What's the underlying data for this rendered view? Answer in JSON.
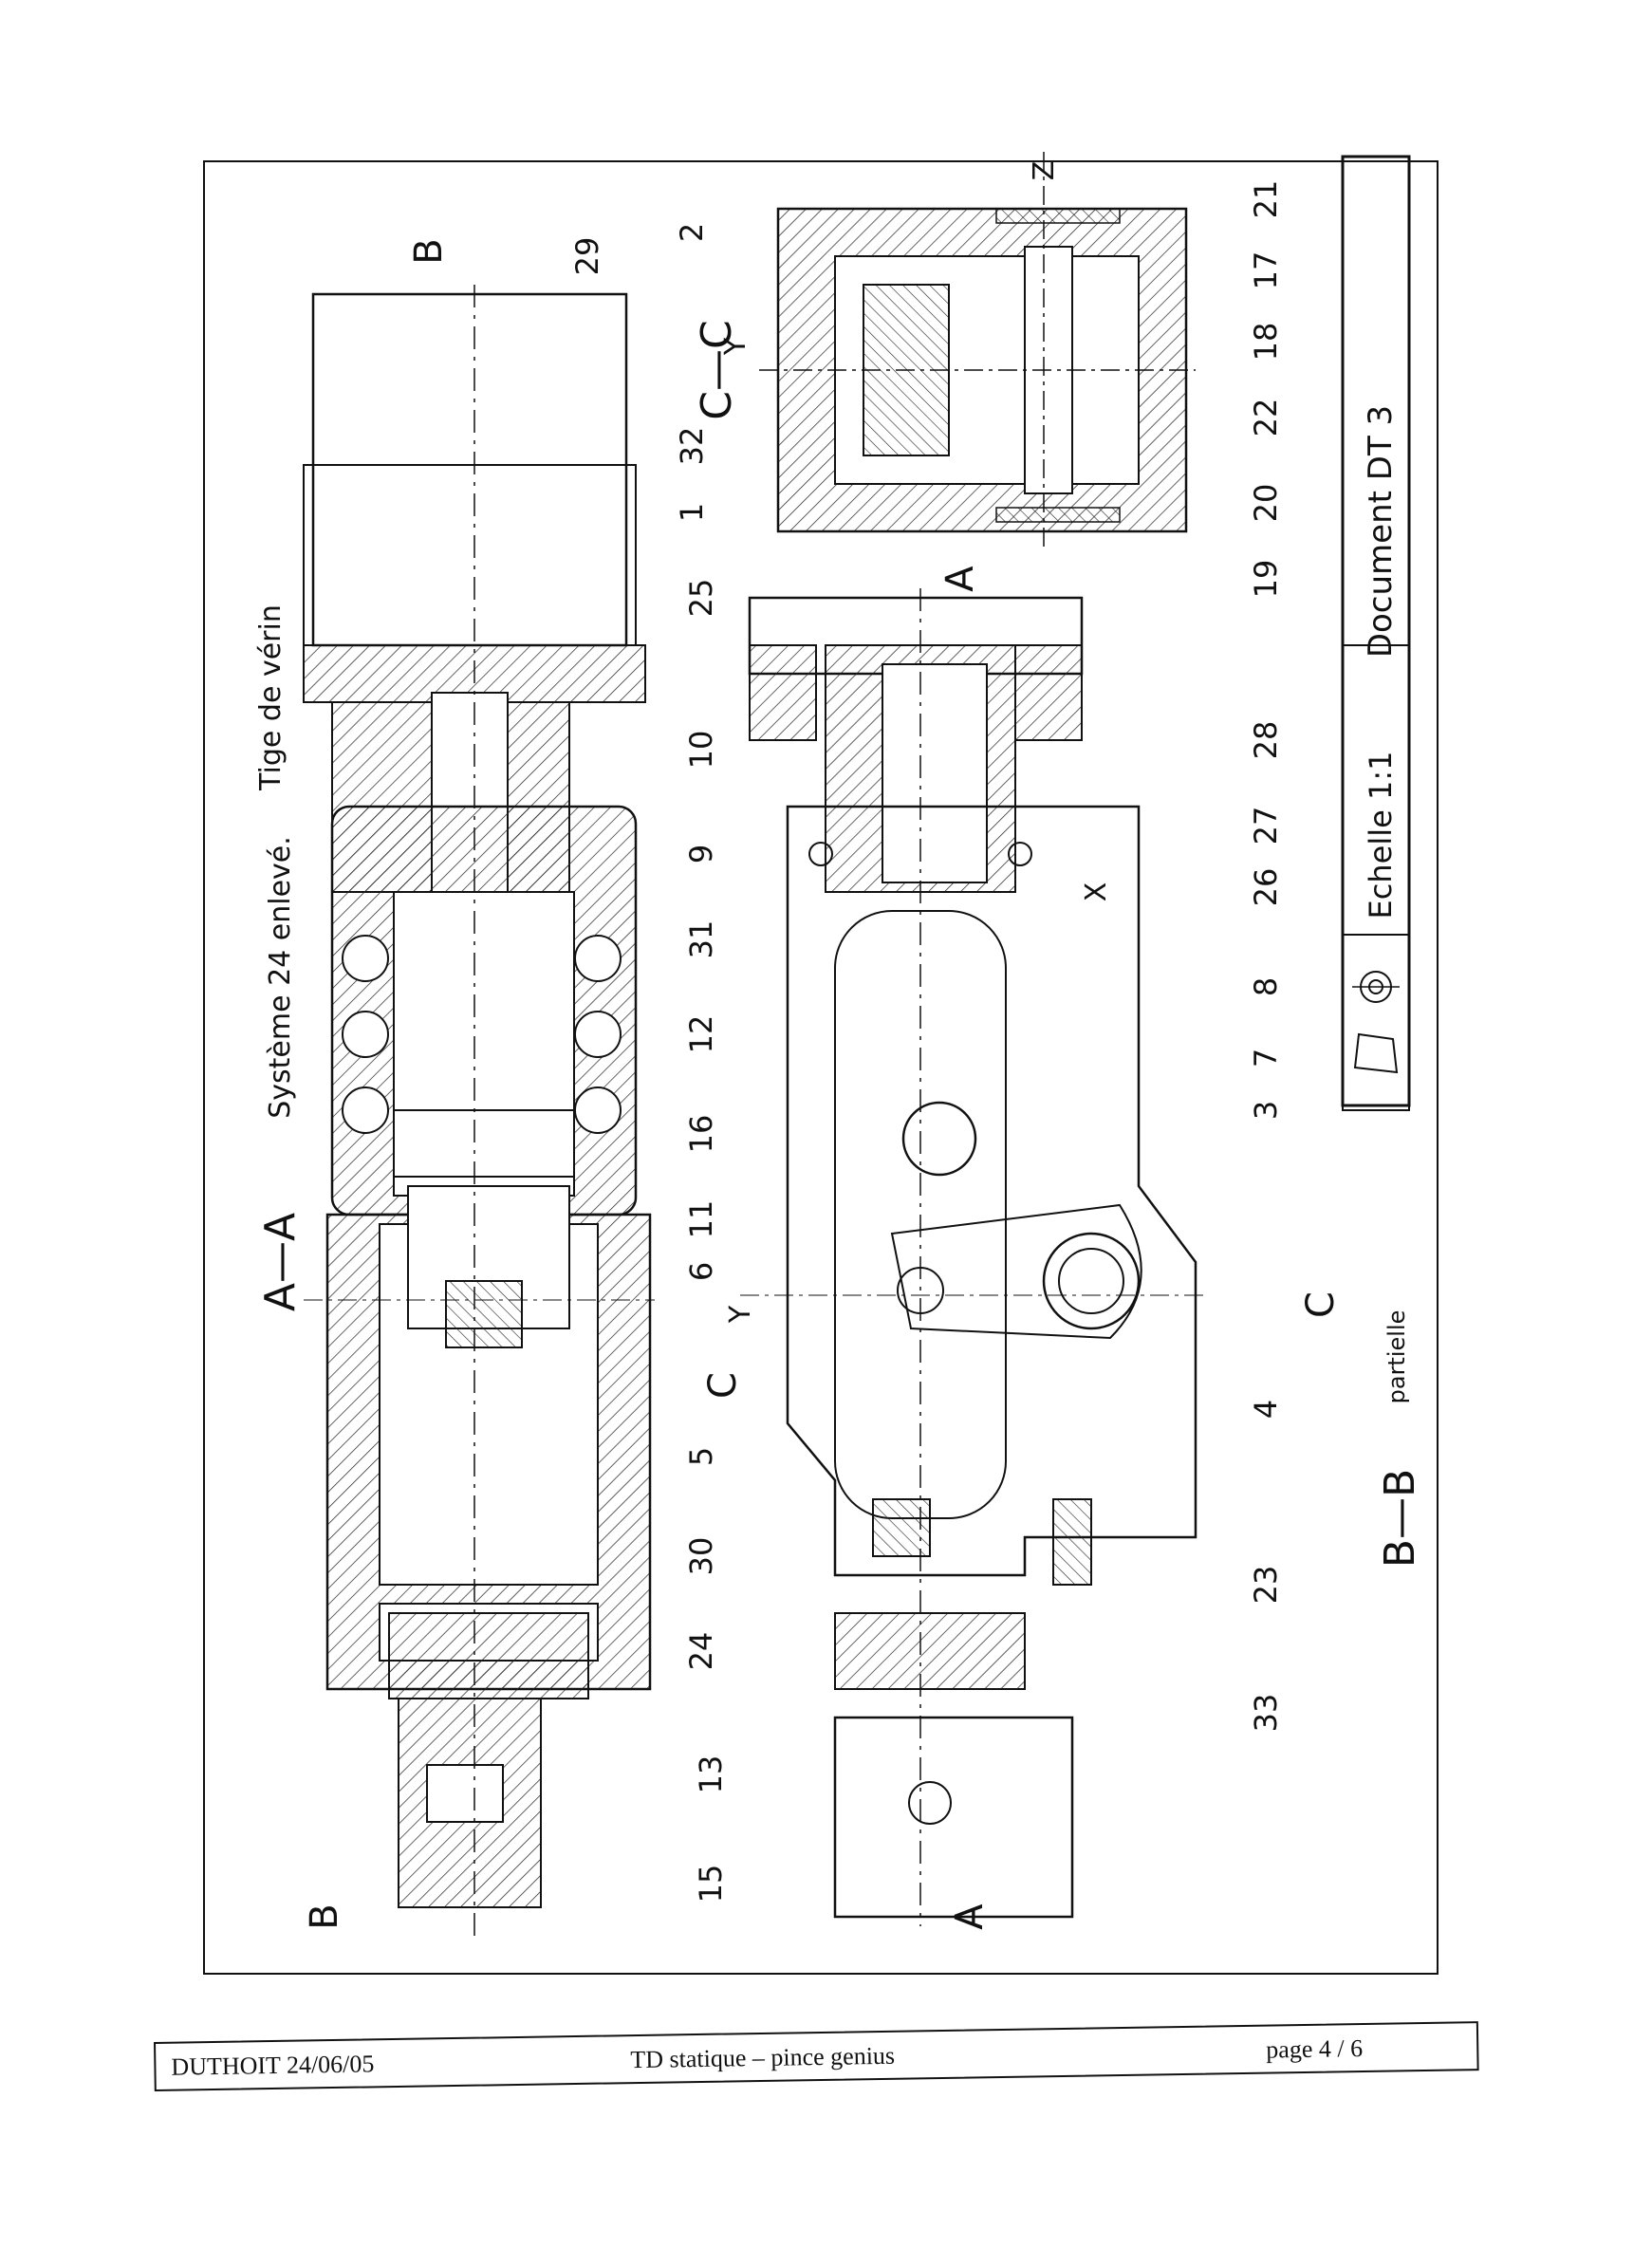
{
  "document": {
    "title": "Document DT 3",
    "scale": "Echelle 1:1",
    "sections": {
      "aa": "A—A",
      "aa_note": "Système 24 enlevé.",
      "bb": "B—B",
      "bb_note": "partielle",
      "cc": "C—C"
    },
    "labels": {
      "tige": "Tige de vérin",
      "cut_b": "B",
      "cut_a": "A",
      "cut_c": "C",
      "axis_x": "X",
      "axis_y": "Y",
      "axis_z": "Z"
    },
    "parts": [
      "1",
      "2",
      "3",
      "4",
      "5",
      "6",
      "7",
      "8",
      "9",
      "10",
      "11",
      "12",
      "13",
      "15",
      "16",
      "17",
      "18",
      "19",
      "20",
      "21",
      "22",
      "23",
      "24",
      "25",
      "26",
      "27",
      "28",
      "29",
      "30",
      "31",
      "32",
      "33"
    ]
  },
  "footer": {
    "author_date": "DUTHOIT  24/06/05",
    "subject": "TD statique – pince genius",
    "page": "page 4 / 6"
  }
}
